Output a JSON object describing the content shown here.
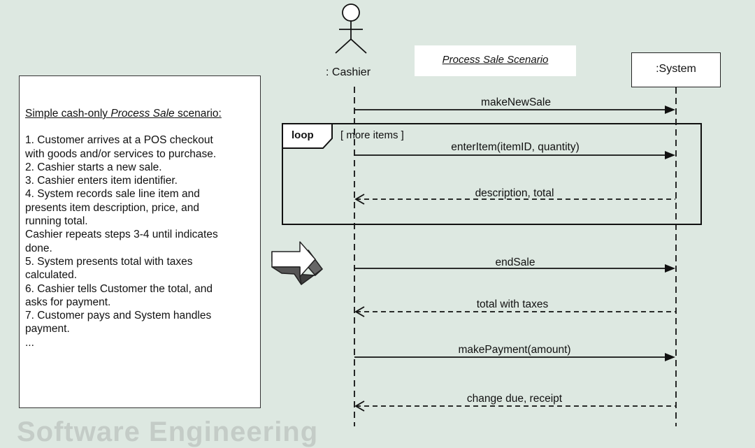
{
  "scenario": {
    "heading_pre": "Simple cash-only ",
    "heading_em": "Process Sale",
    "heading_post": " scenario:",
    "steps": [
      "1. Customer arrives at a POS checkout\nwith goods and/or services to purchase.",
      "2. Cashier starts a new sale.",
      "3. Cashier enters item identifier.",
      "4. System records sale line item and\npresents item description, price, and\nrunning total.",
      "Cashier repeats steps 3-4 until indicates\ndone.",
      "5. System presents total with taxes\ncalculated.",
      "6. Cashier tells Customer the total, and\nasks for payment.",
      "7. Customer pays and System handles\npayment.",
      "..."
    ]
  },
  "diagram": {
    "title": "Process Sale Scenario",
    "actor": ": Cashier",
    "system": ":System",
    "loop": {
      "tag": "loop",
      "guard": "[ more items ]"
    },
    "messages": {
      "make_new_sale": "makeNewSale",
      "enter_item": "enterItem(itemID, quantity)",
      "description_total": "description, total",
      "end_sale": "endSale",
      "total_with_taxes": "total with taxes",
      "make_payment": "makePayment(amount)",
      "change_due": "change due, receipt"
    }
  },
  "footer": {
    "watermark": "Software Engineering"
  }
}
